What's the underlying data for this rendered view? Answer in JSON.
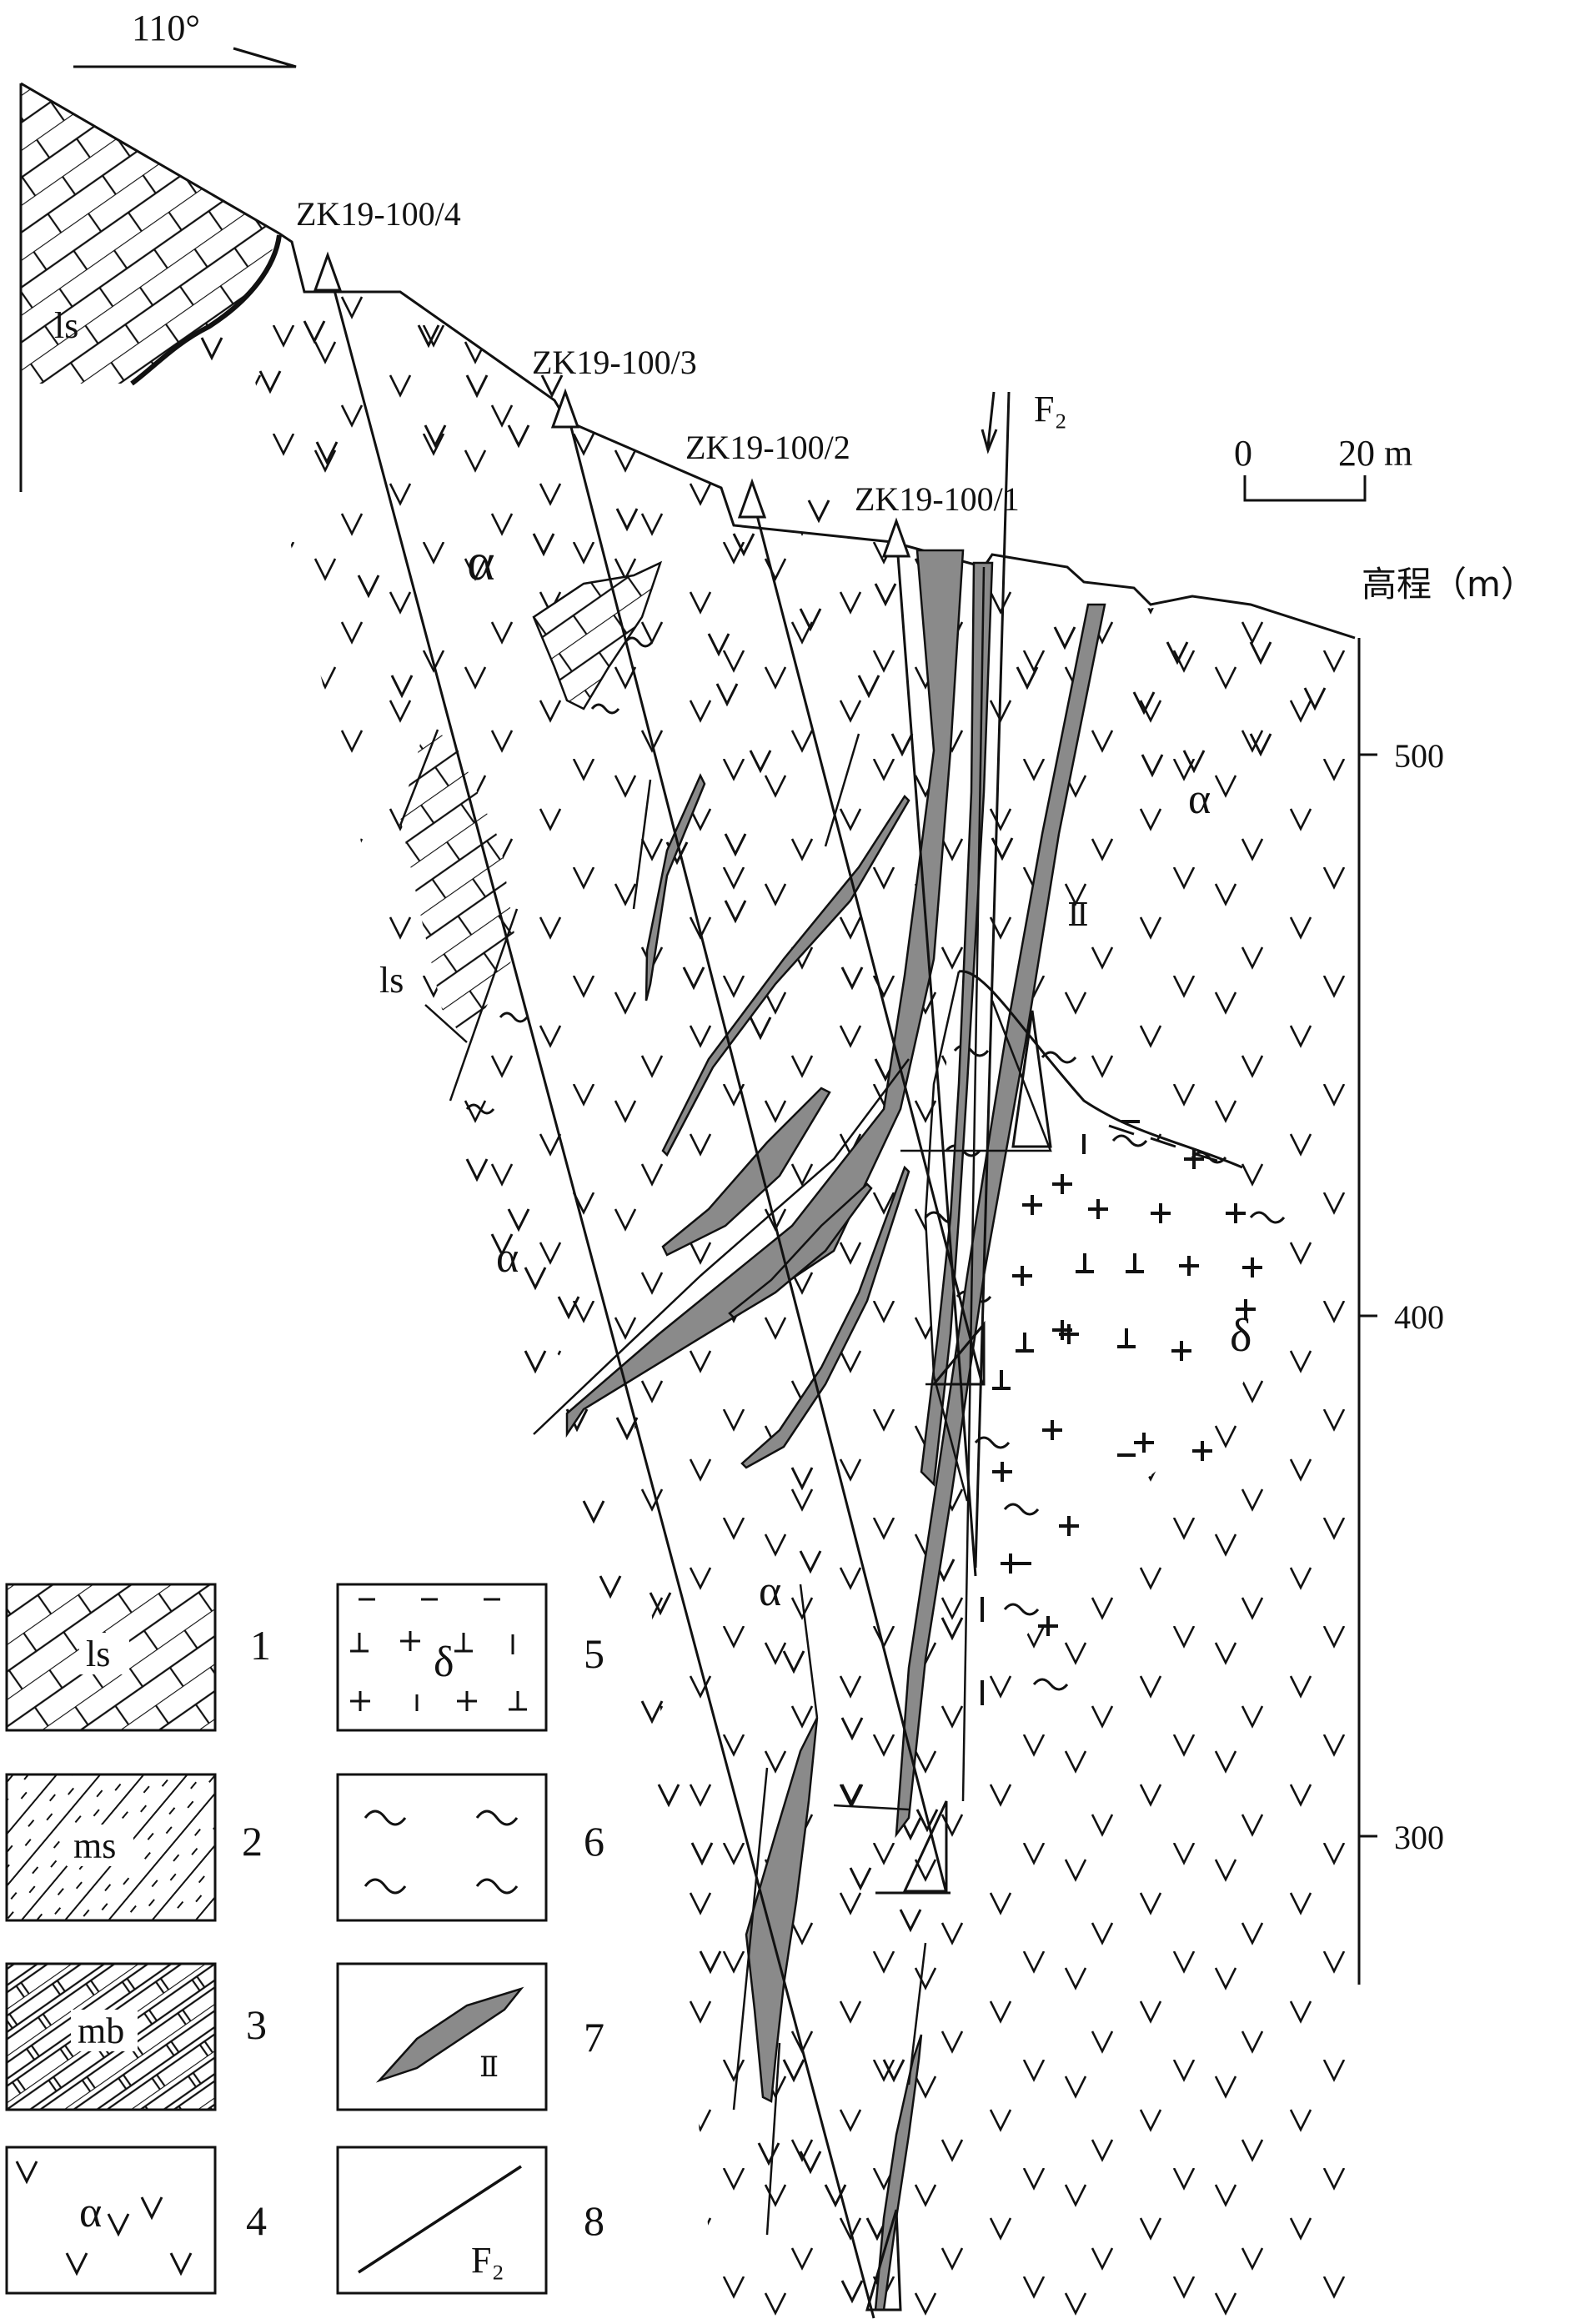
{
  "orientation": {
    "label": "110°"
  },
  "scale_bar": {
    "start": "0",
    "end": "20 m"
  },
  "elevation_axis": {
    "title": "高程（m）",
    "ticks": [
      "500",
      "400",
      "300"
    ]
  },
  "drill_holes": [
    "ZK19-100/4",
    "ZK19-100/3",
    "ZK19-100/2",
    "ZK19-100/1"
  ],
  "fault": {
    "label": "F₂"
  },
  "ore_body": {
    "label": "Ⅱ"
  },
  "section_labels": {
    "ls_top": "ls",
    "ls_mid": "ls",
    "alpha_top": "α",
    "alpha_right": "α",
    "alpha_mid": "α",
    "alpha_low": "α",
    "delta": "δ"
  },
  "legend": [
    {
      "number": "1",
      "code": "ls"
    },
    {
      "number": "2",
      "code": "ms"
    },
    {
      "number": "3",
      "code": "mb"
    },
    {
      "number": "4",
      "code": "α"
    },
    {
      "number": "5",
      "code": "δ"
    },
    {
      "number": "6",
      "code": ""
    },
    {
      "number": "7",
      "code": "Ⅱ"
    },
    {
      "number": "8",
      "code": "F₂"
    }
  ],
  "colors": {
    "ore": "#8a8a8a",
    "line": "#111111",
    "background": "#ffffff"
  }
}
